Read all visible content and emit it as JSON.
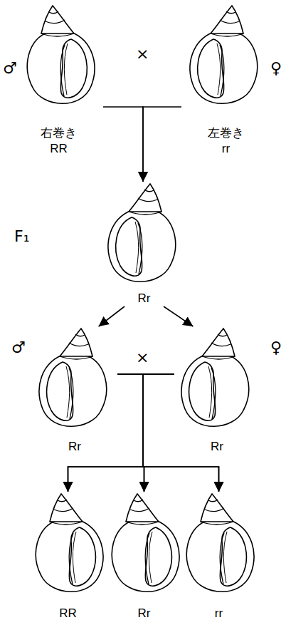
{
  "diagram": {
    "nodes": [
      {
        "text": [
          "右巻き",
          "RR"
        ]
      },
      {
        "text": [
          "左巻き",
          "rr"
        ]
      },
      {
        "text": [
          "Rr"
        ]
      },
      {
        "text": [
          "Rr"
        ]
      },
      {
        "text": [
          "Rr"
        ]
      },
      {
        "text": [
          "RR"
        ]
      },
      {
        "text": [
          "Rr"
        ]
      },
      {
        "text": [
          "rr"
        ]
      }
    ],
    "edges": [
      {
        "from": 0,
        "to": 2,
        "arrow": "to"
      },
      {
        "from": 1,
        "to": 2,
        "arrow": "to"
      },
      {
        "from": 2,
        "to": 3,
        "arrow": "to"
      },
      {
        "from": 2,
        "to": 4,
        "arrow": "to"
      },
      {
        "from": 3,
        "to": 5,
        "arrow": "to"
      },
      {
        "from": 3,
        "to": 6,
        "arrow": "to"
      },
      {
        "from": 3,
        "to": 7,
        "arrow": "to"
      },
      {
        "from": 4,
        "to": 5,
        "arrow": "to"
      },
      {
        "from": 4,
        "to": 6,
        "arrow": "to"
      },
      {
        "from": 4,
        "to": 7,
        "arrow": "to"
      }
    ],
    "labels": [
      "♂",
      "×",
      "♀",
      "F₁",
      "♂",
      "×",
      "♀"
    ]
  }
}
